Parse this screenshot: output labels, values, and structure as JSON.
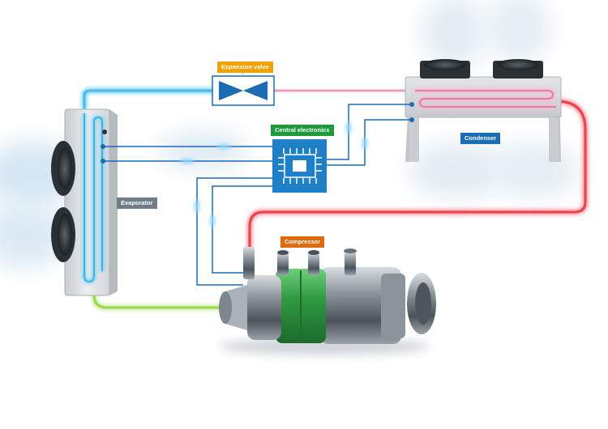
{
  "labels": {
    "expansion_valve": "Expansion valve",
    "central_electronics": "Central electronics",
    "condenser": "Condenser",
    "evaporator": "Evaporator",
    "compressor": "Compressor"
  },
  "colors": {
    "expansion_valve": "#f0a300",
    "central_electronics": "#1e9a3a",
    "condenser": "#1c6bb5",
    "evaporator": "#6f7c86",
    "compressor": "#e06a10",
    "control_line": "#1c6bb5",
    "chip": "#1f80c8",
    "pipe_cold": "#55c3ee",
    "pipe_liquid": "#aee06a",
    "pipe_warm": "#f2a5c4",
    "pipe_hot": "#ee4f5a",
    "compressor_band": "#3a9c4a"
  }
}
